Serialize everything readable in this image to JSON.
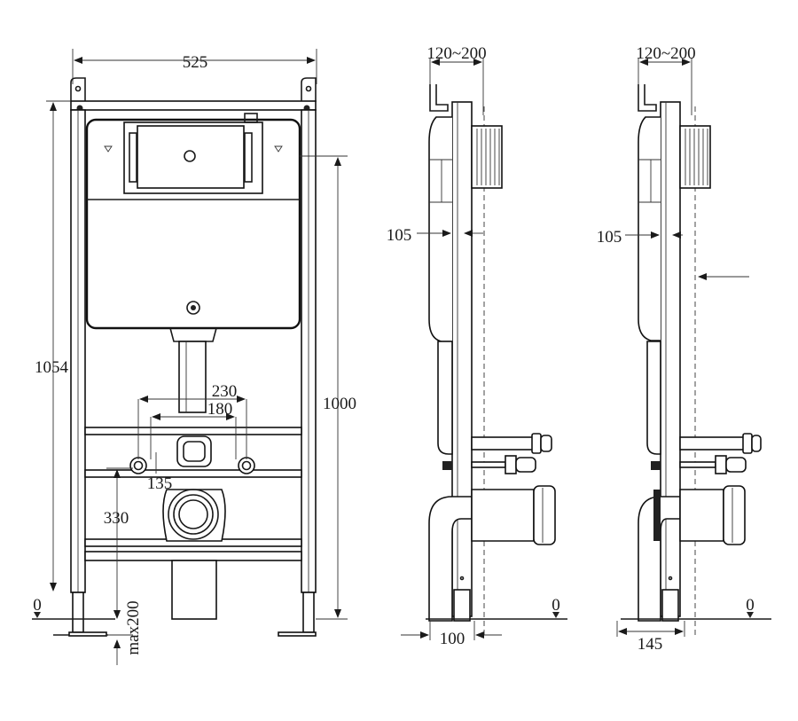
{
  "drawing": {
    "front_view": {
      "width_label": "525",
      "height_label": "1054",
      "cistern_height_label": "1000",
      "outer_pipe_spacing_label": "230",
      "inner_pipe_spacing_label": "180",
      "pipe_height_label": "135",
      "waste_height_label": "330",
      "floor_label": "0",
      "adjust_label": "max200"
    },
    "side_view_1": {
      "depth_top_label": "120~200",
      "offset_label": "105",
      "base_depth_label": "100",
      "floor_label": "0"
    },
    "side_view_2": {
      "depth_top_label": "120~200",
      "offset_label": "105",
      "base_depth_label": "145",
      "floor_label": "0"
    },
    "colors": {
      "line": "#1a1a1a",
      "background": "#ffffff"
    }
  }
}
